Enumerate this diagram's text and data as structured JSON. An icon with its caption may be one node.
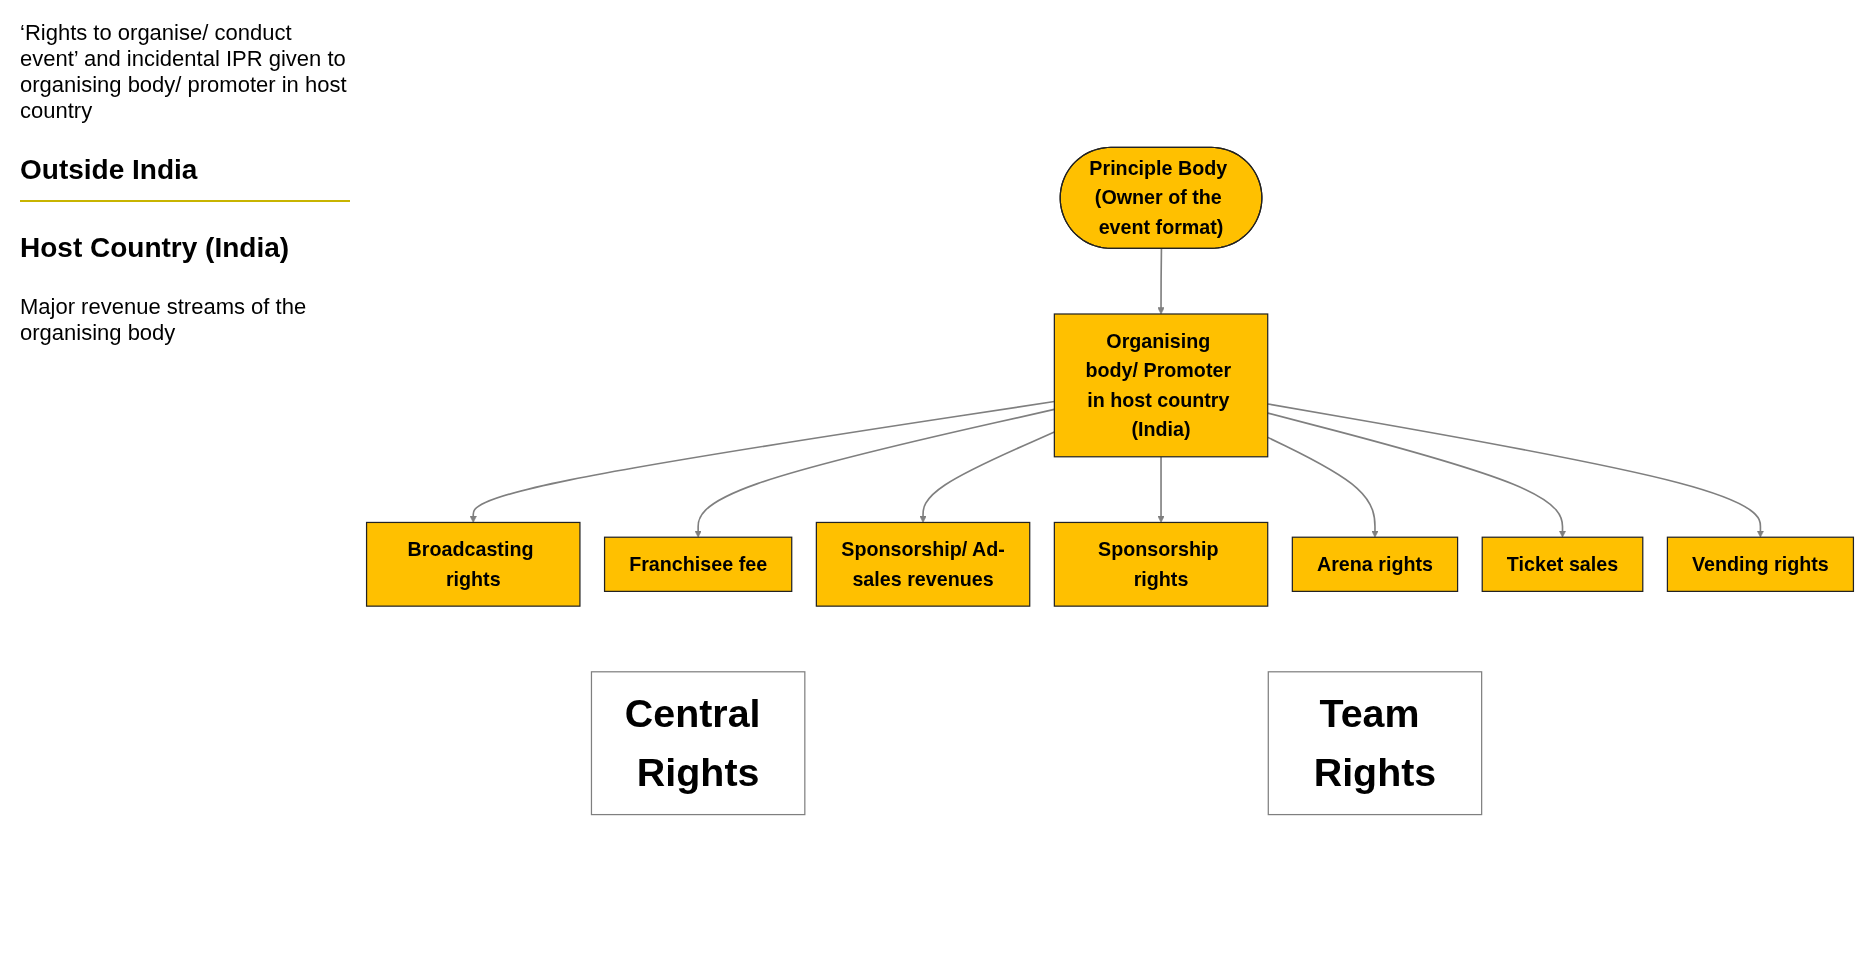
{
  "diagram": {
    "nodes": [
      {
        "text": [
          "Principle Body (Owner of the event format)"
        ]
      },
      {
        "text": [
          "Organising body/ Promoter in host country (India)"
        ]
      },
      {
        "text": [
          "Broadcasting rights"
        ]
      },
      {
        "text": [
          "Franchisee fee"
        ]
      },
      {
        "text": [
          "Sponsorship/ Ad-sales revenues"
        ]
      },
      {
        "text": [
          "Sponsorship rights"
        ]
      },
      {
        "text": [
          "Arena rights"
        ]
      },
      {
        "text": [
          "Ticket sales"
        ]
      },
      {
        "text": [
          "Vending rights"
        ]
      },
      {
        "text": [
          "Central Rights"
        ]
      },
      {
        "text": [
          "Team Rights"
        ]
      }
    ],
    "edges": [
      {
        "from": 0,
        "to": 1,
        "arrow": "to"
      },
      {
        "from": 1,
        "to": 2,
        "arrow": "to"
      },
      {
        "from": 1,
        "to": 3,
        "arrow": "to"
      },
      {
        "from": 1,
        "to": 4,
        "arrow": "to"
      },
      {
        "from": 1,
        "to": 5,
        "arrow": "to"
      },
      {
        "from": 1,
        "to": 6,
        "arrow": "to"
      },
      {
        "from": 1,
        "to": 7,
        "arrow": "to"
      },
      {
        "from": 1,
        "to": 8,
        "arrow": "to"
      }
    ],
    "labels": [
      "‘Rights to organise/ conduct event’ and incidental IPR given to organising body/ promoter in host country",
      "Outside India",
      "Host Country (India)",
      "Major revenue streams of the organising body"
    ]
  }
}
